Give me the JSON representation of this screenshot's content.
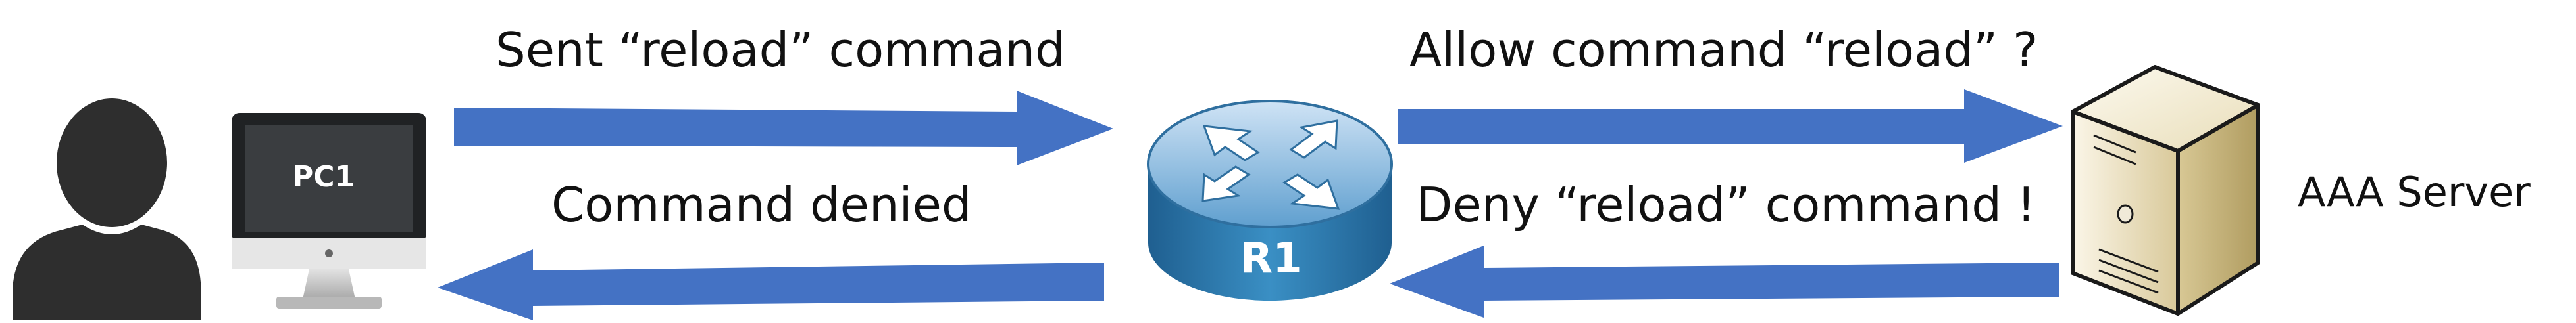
{
  "nodes": {
    "pc": {
      "label": "PC1"
    },
    "router": {
      "label": "R1"
    },
    "server": {
      "label": "AAA Server"
    }
  },
  "messages": {
    "pc_to_router": "Sent “reload” command",
    "router_to_server": "Allow command “reload” ?",
    "server_to_router": "Deny “reload” command !",
    "router_to_pc": "Command denied"
  },
  "colors": {
    "arrow": "#4472c4",
    "router": "#3a8fc4",
    "monitor": "#3a3d40",
    "user": "#2e2e2e",
    "server": "#e6dcc0"
  },
  "icons": [
    "user-icon",
    "computer-icon",
    "router-icon",
    "server-icon"
  ]
}
